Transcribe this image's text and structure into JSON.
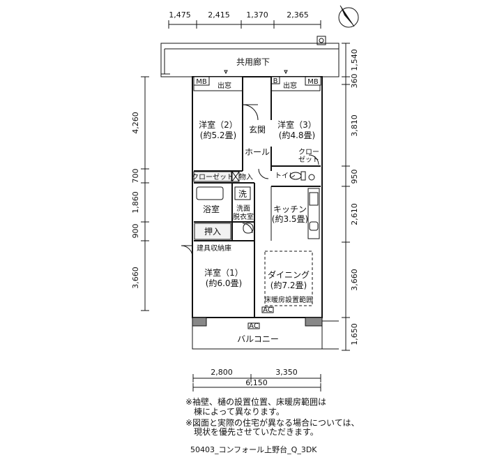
{
  "dimensions": {
    "top": [
      "1,475",
      "2,415",
      "1,370",
      "2,365"
    ],
    "left": [
      "4,260",
      "700",
      "1,860",
      "900",
      "3,660"
    ],
    "right": [
      "1,540",
      "360",
      "3,810",
      "950",
      "2,610",
      "3,660",
      "1,650"
    ],
    "bottom": [
      "2,800",
      "3,350"
    ],
    "bottom_total": "6,150"
  },
  "rooms": {
    "corridor": "共用廊下",
    "mb_left": "MB",
    "demado_left": "出窓",
    "demado_right": "出窓",
    "b_mark": "B",
    "mb_right": "MB",
    "bedroom2": "洋室（2）",
    "bedroom2_size": "(約5.2畳)",
    "entrance": "玄関",
    "bedroom3": "洋室（3）",
    "bedroom3_size": "(約4.8畳)",
    "hall": "ホール",
    "closet_r1": "クロー",
    "closet_r2": "ゼット",
    "closet_mid": "クローゼット",
    "storage_small": "物入",
    "toilet": "トイレ",
    "wash": "洗",
    "bath": "浴室",
    "washroom1": "洗面",
    "washroom2": "脱衣室",
    "kitchen": "キッチン",
    "kitchen_size": "(約3.5畳)",
    "oshiire": "押入",
    "builtin_storage": "建具収納庫",
    "bedroom1": "洋室（1）",
    "bedroom1_size": "(約6.0畳)",
    "dining": "ダイニング",
    "dining_size": "(約7.2畳)",
    "floor_heating": "床暖房設置範囲",
    "ac1": "AC",
    "ac2": "AC",
    "balcony": "バルコニー"
  },
  "notes": [
    "※袖壁、樋の設置位置、床暖房範囲は",
    "棟によって異なります。",
    "※図面と実際の住宅が異なる場合については、",
    "現状を優先させていただきます。"
  ],
  "plan_code": "50403_コンフォール上野台_Q_3DK"
}
